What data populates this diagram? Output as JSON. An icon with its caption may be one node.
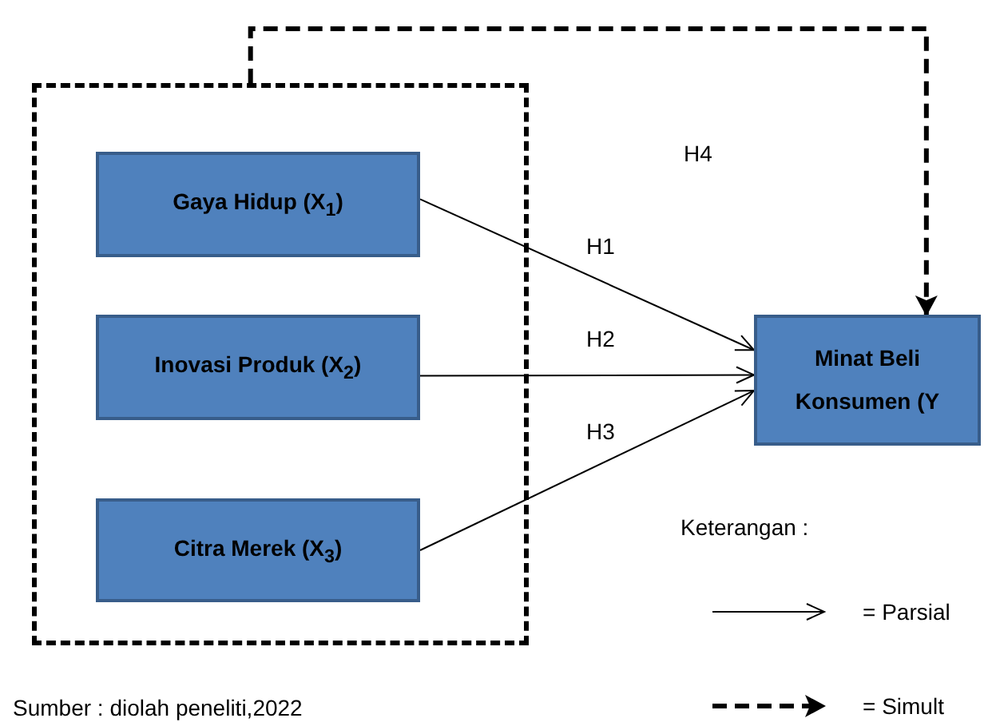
{
  "diagram": {
    "nodes": [
      {
        "text": [],
        "shape": "box"
      },
      {
        "text": [
          "Gaya Hidup (X$_{1}$)"
        ],
        "in": 0
      },
      {
        "text": [
          "Inovasi Produk (X$_{2}$)"
        ],
        "in": 0
      },
      {
        "text": [
          "Citra Merek (X$_{3}$)"
        ],
        "in": 0
      },
      {
        "text": [
          "Minat Beli Konsumen (Y"
        ]
      }
    ],
    "edges": [
      {
        "from": 1,
        "to": 4,
        "arrow": "to",
        "label": "H1"
      },
      {
        "from": 2,
        "to": 4,
        "arrow": "to",
        "label": "H2"
      },
      {
        "from": 3,
        "to": 4,
        "arrow": "to",
        "label": "H3"
      },
      {
        "from": 0,
        "to": 4,
        "arrow": "to",
        "style": "dashed"
      }
    ],
    "labels": [
      "H4",
      "Keterangan :",
      "Sumber : diolah peneliti,2022"
    ],
    "legend": [
      {
        "text": "= Parsial"
      },
      {
        "text": "= Simult"
      }
    ]
  }
}
